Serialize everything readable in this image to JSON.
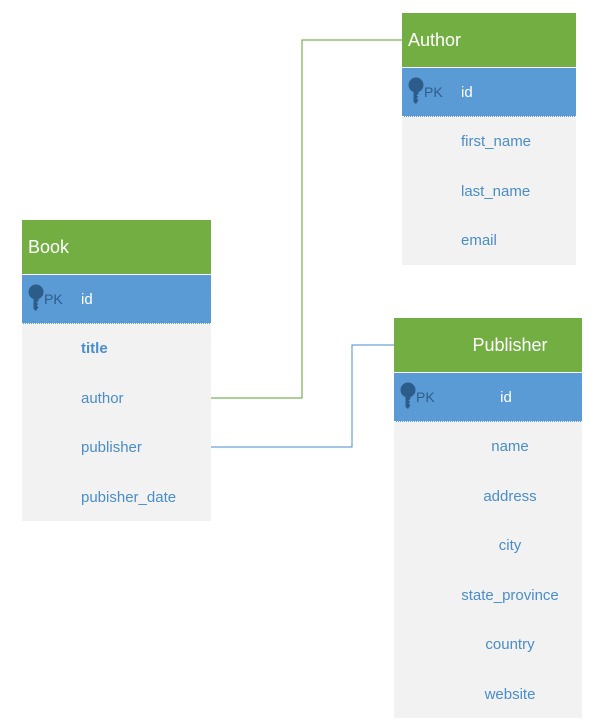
{
  "colors": {
    "header": "#73ae43",
    "pk_row": "#5b9bd5",
    "body": "#f2f2f2",
    "field_text": "#4a8dc9",
    "connector_author": "#5aa02c",
    "connector_publisher": "#4a8dc9"
  },
  "icons": {
    "primary_key": "key-icon"
  },
  "book": {
    "title": "Book",
    "pk_label": "PK",
    "pk_field": "id",
    "fields": [
      "title",
      "author",
      "publisher",
      "pubisher_date"
    ]
  },
  "author": {
    "title": "Author",
    "pk_label": "PK",
    "pk_field": "id",
    "fields": [
      "first_name",
      "last_name",
      "email"
    ]
  },
  "publisher": {
    "title": "Publisher",
    "pk_label": "PK",
    "pk_field": "id",
    "fields": [
      "name",
      "address",
      "city",
      "state_province",
      "country",
      "website"
    ]
  }
}
